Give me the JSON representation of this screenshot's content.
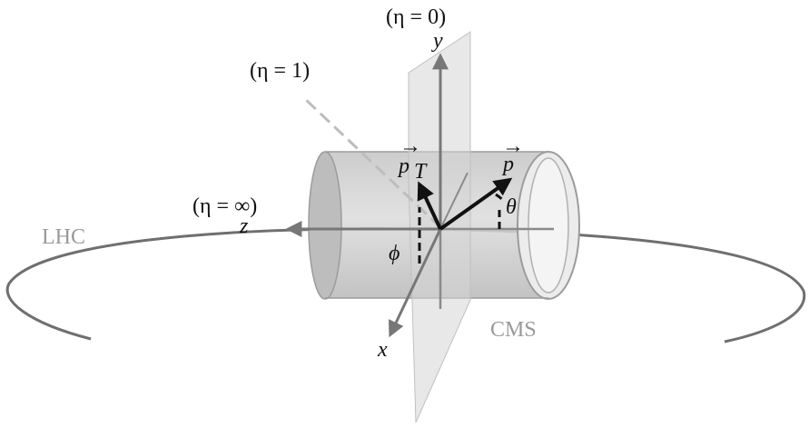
{
  "labels": {
    "eta_zero": "(η = 0)",
    "eta_one": "(η = 1)",
    "eta_inf": "(η = ∞)",
    "axis_x": "x",
    "axis_y": "y",
    "axis_z": "z",
    "momentum": "p",
    "momentum_arrow": "→",
    "pt": "p",
    "pt_sub": "T",
    "pt_arrow": "→",
    "theta": "θ",
    "phi": "ϕ",
    "lhc": "LHC",
    "cms": "CMS"
  },
  "colors": {
    "axis": "#777777",
    "ring": "#6f6f6f",
    "cylinder": "#cfcfcf",
    "plane": "#d6d6d6",
    "vector": "#111111",
    "dashed": "#bdbdbd",
    "gray_text": "#9a9a9a"
  }
}
